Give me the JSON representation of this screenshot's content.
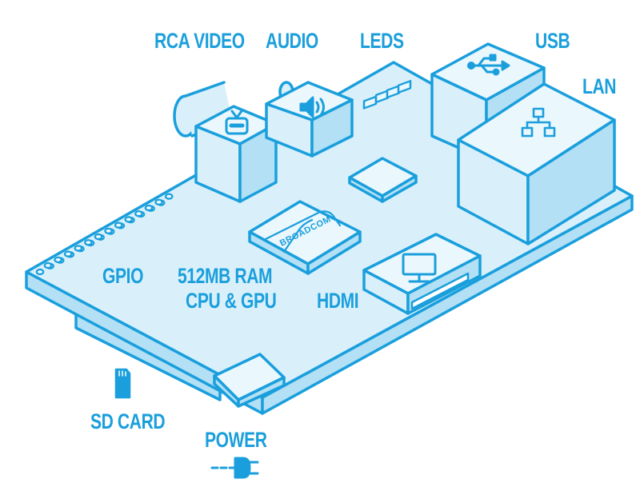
{
  "colors": {
    "accent": "#1a9fdc",
    "fill": "#d9f0fb",
    "fill_light": "#eaf7fd",
    "fill_dark": "#b3e0f5"
  },
  "labels": {
    "rca_video": "RCA VIDEO",
    "audio": "AUDIO",
    "leds": "LEDS",
    "usb": "USB",
    "lan": "LAN",
    "gpio": "GPIO",
    "ram_line1": "512MB RAM",
    "ram_line2": "CPU & GPU",
    "hdmi": "HDMI",
    "sd_card": "SD CARD",
    "power": "POWER",
    "chip_brand": "BROADCOM"
  },
  "icons": {
    "rca_video": "tv-icon",
    "audio": "speaker-icon",
    "usb": "usb-icon",
    "lan": "network-icon",
    "hdmi": "monitor-icon",
    "sd_card": "sd-card-icon",
    "power": "power-plug-icon"
  }
}
